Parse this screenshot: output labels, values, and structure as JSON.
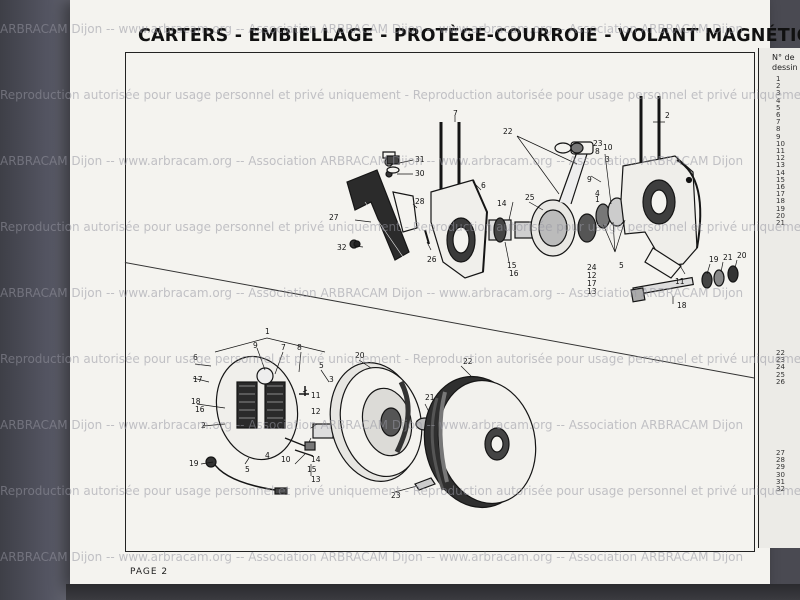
{
  "page": {
    "title": "CARTERS - EMBIELLAGE - PROTÈGE-COURROIE - VOLANT MAGNÉTIQUE",
    "footer_label": "PAGE",
    "footer_number": "2",
    "column_heading_line1": "N° de",
    "column_heading_line2": "dessin"
  },
  "ref_column_top": [
    "1",
    "2",
    "3",
    "4",
    "5",
    "6",
    "7",
    "8",
    "9",
    "10",
    "11",
    "12",
    "13",
    "14",
    "15",
    "16",
    "17",
    "18",
    "19",
    "20",
    "21"
  ],
  "ref_column_mid": [
    "22",
    "23",
    "24",
    "25",
    "26"
  ],
  "ref_column_bot": [
    "27",
    "28",
    "29",
    "30",
    "31",
    "32"
  ],
  "callouts_top": [
    {
      "label": "31"
    },
    {
      "label": "30"
    },
    {
      "label": "28"
    },
    {
      "label": "27"
    },
    {
      "label": "32"
    },
    {
      "label": "26"
    },
    {
      "label": "7"
    },
    {
      "label": "6"
    },
    {
      "label": "22"
    },
    {
      "label": "25"
    },
    {
      "label": "14"
    },
    {
      "label": "15"
    },
    {
      "label": "16"
    },
    {
      "label": "23"
    },
    {
      "label": "8"
    },
    {
      "label": "10"
    },
    {
      "label": "3"
    },
    {
      "label": "9"
    },
    {
      "label": "4"
    },
    {
      "label": "2"
    },
    {
      "label": "1"
    },
    {
      "label": "24"
    },
    {
      "label": "12"
    },
    {
      "label": "17"
    },
    {
      "label": "13"
    },
    {
      "label": "5"
    },
    {
      "label": "11"
    },
    {
      "label": "19"
    },
    {
      "label": "21"
    },
    {
      "label": "20"
    },
    {
      "label": "18"
    }
  ],
  "callouts_bottom": [
    {
      "label": "1"
    },
    {
      "label": "9"
    },
    {
      "label": "7"
    },
    {
      "label": "8"
    },
    {
      "label": "6"
    },
    {
      "label": "17"
    },
    {
      "label": "5"
    },
    {
      "label": "3"
    },
    {
      "label": "18"
    },
    {
      "label": "16"
    },
    {
      "label": "11"
    },
    {
      "label": "12"
    },
    {
      "label": "2"
    },
    {
      "label": "4"
    },
    {
      "label": "10"
    },
    {
      "label": "19"
    },
    {
      "label": "5"
    },
    {
      "label": "14"
    },
    {
      "label": "15"
    },
    {
      "label": "13"
    },
    {
      "label": "20"
    },
    {
      "label": "21"
    },
    {
      "label": "22"
    },
    {
      "label": "23"
    }
  ],
  "watermarks": {
    "line_a": "ARBRACAM Dijon -- www.arbracam.org -- Association ARBRACAM Dijon -- www.arbracam.org -- Association ARBRACAM Dijon",
    "line_b": "Reproduction autorisée pour usage personnel et privé uniquement - Reproduction autorisée pour usage personnel et privé uniquement"
  },
  "colors": {
    "paper": "#f4f3ef",
    "ink": "#111111",
    "table": "#4a4a52",
    "watermark": "#9696a0"
  }
}
